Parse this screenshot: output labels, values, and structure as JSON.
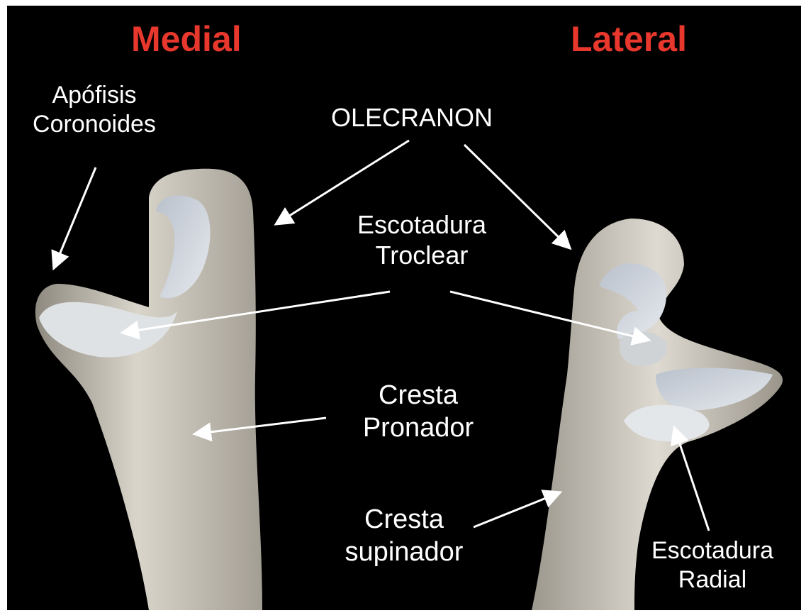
{
  "titles": {
    "medial": "Medial",
    "lateral": "Lateral"
  },
  "labels": {
    "apofisis": [
      "Apófisis",
      "Coronoides"
    ],
    "olecranon": "OLECRANON",
    "escotadura_troclear": [
      "Escotadura",
      "Troclear"
    ],
    "cresta_pronador": [
      "Cresta",
      "Pronador"
    ],
    "cresta_supinador": [
      "Cresta",
      "supinador"
    ],
    "escotadura_radial": [
      "Escotadura",
      "Radial"
    ]
  },
  "colors": {
    "title": "#e8372c",
    "label": "#ffffff",
    "background": "#000000",
    "bone": "#cfcbc0"
  }
}
